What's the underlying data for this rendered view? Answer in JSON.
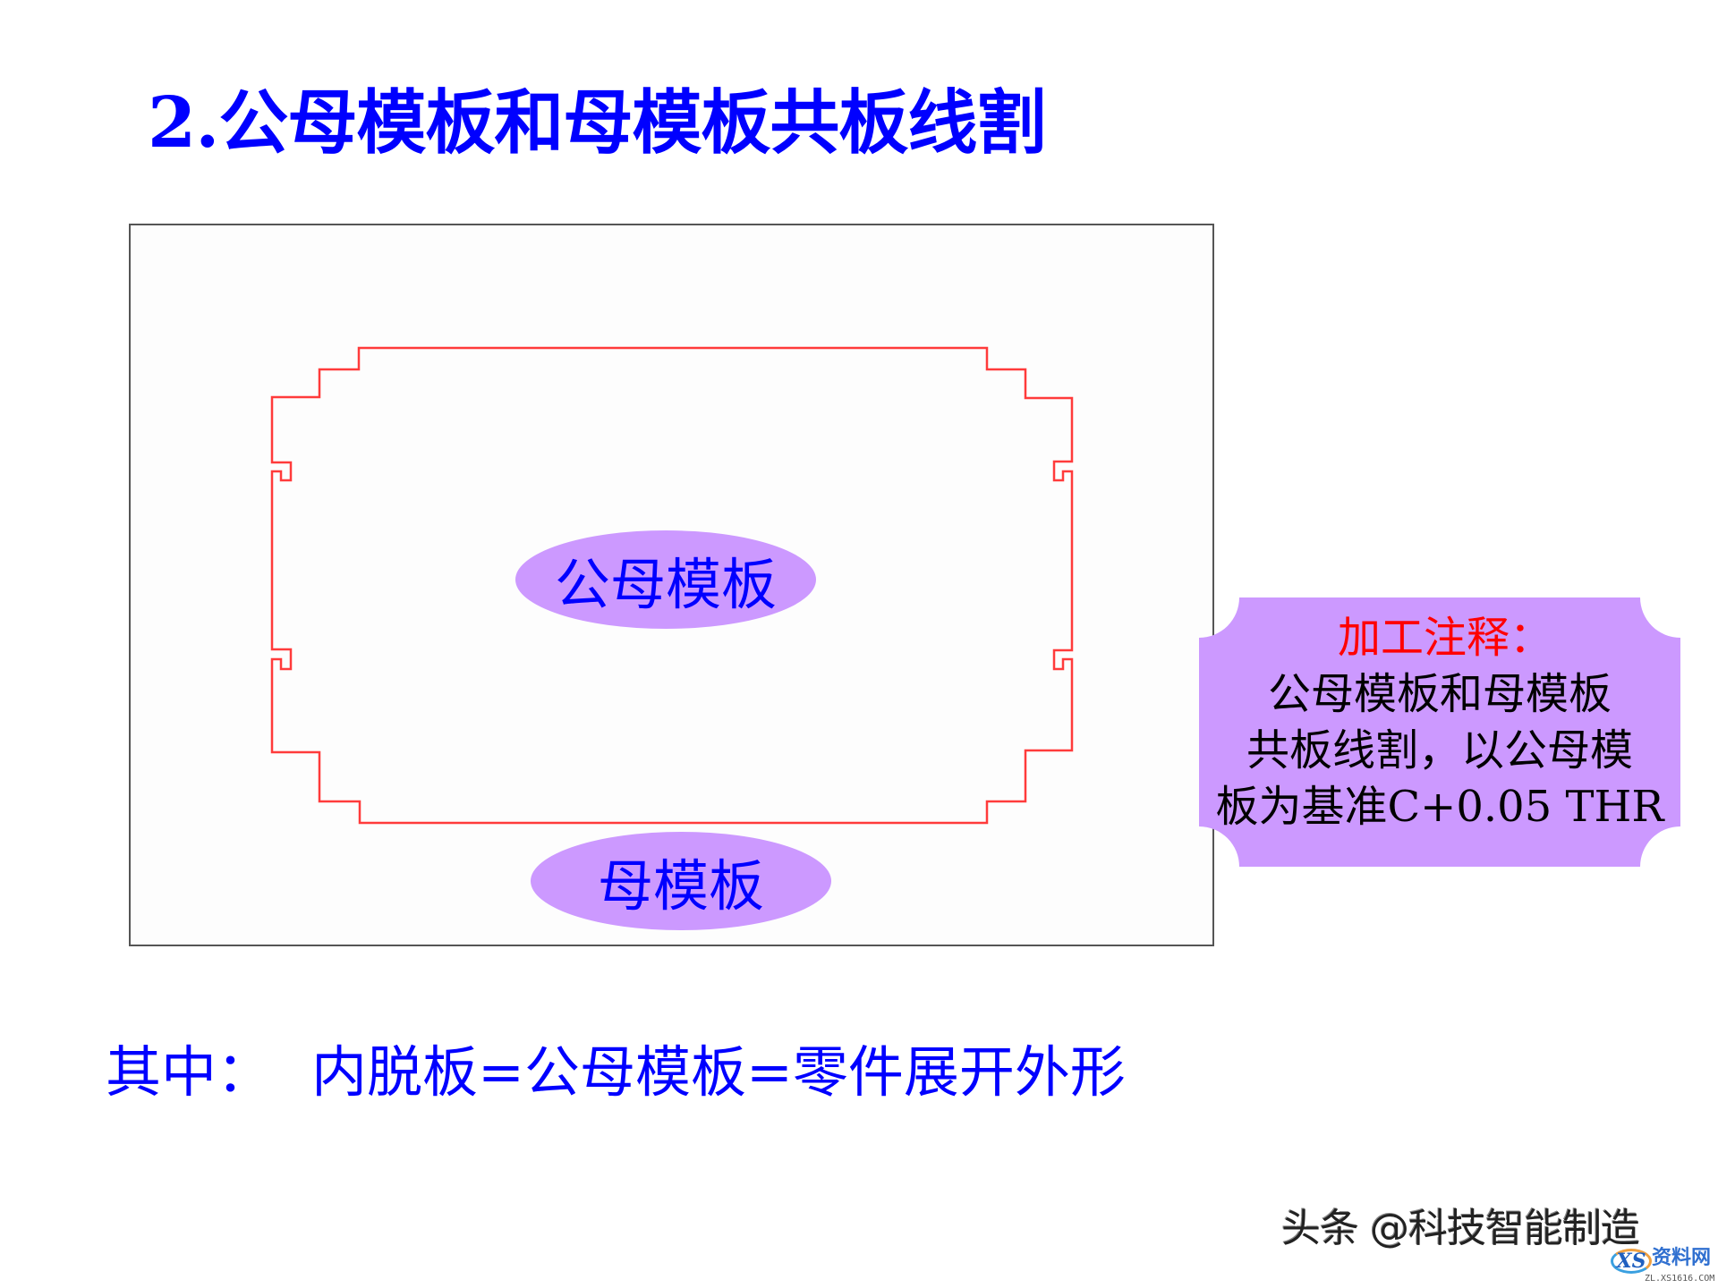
{
  "slide": {
    "title": "2.公母模板和母模板共板线割",
    "colors": {
      "title": "#0000ff",
      "frame_border": "#555555",
      "cut_outline": "#ff3333",
      "label_fill": "#cc99ff",
      "label_text": "#0000ff",
      "callout_fill": "#cc99ff",
      "callout_heading": "#ff0000",
      "callout_body": "#000000"
    }
  },
  "diagram": {
    "labels": {
      "inner": "公母模板",
      "outer": "母模板"
    },
    "callout": {
      "heading": "加工注释：",
      "lines": [
        "公母模板和母模板",
        "共板线割，以公母模",
        "板为基准C+0.05 THR"
      ]
    }
  },
  "footer_note": {
    "prefix": "其中：",
    "equation": "内脱板=公母模板=零件展开外形"
  },
  "watermark": {
    "text": "头条 @科技智能制造",
    "logo_mark": "XS",
    "logo_name": "资料网",
    "logo_url": "ZL.XS1616.COM"
  }
}
